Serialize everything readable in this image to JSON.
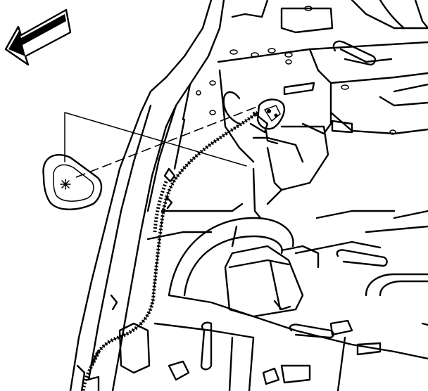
{
  "diagram": {
    "kind": "line-art service illustration",
    "stroke_color": "#000000",
    "background_color": "#ffffff",
    "icons": [
      "front-direction-arrow-icon",
      "grommet-detail-callout",
      "wiring-harness",
      "body-panel",
      "wheel-housing"
    ],
    "labels": []
  }
}
